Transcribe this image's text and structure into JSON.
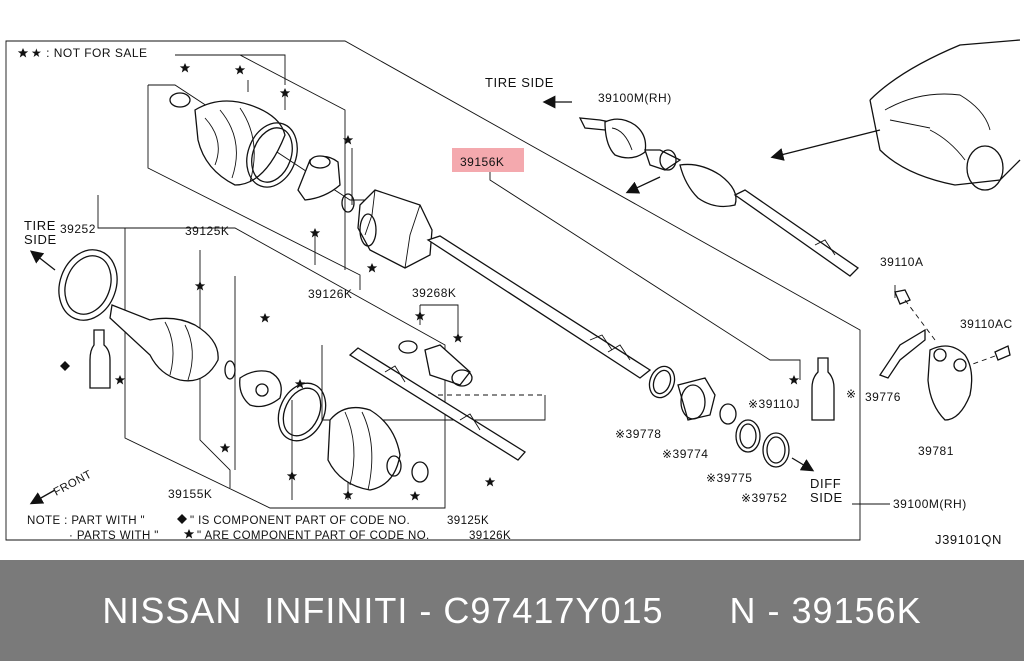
{
  "header_note": "★ : NOT FOR SALE",
  "labels": {
    "p39100m_top": "39100M(RH)",
    "p39156k": "39156K",
    "p39252": "39252",
    "p39125k": "39125K",
    "p39126k": "39126K",
    "p39268k": "39268K",
    "p39110a": "39110A",
    "p39110ac": "39110AC",
    "p39776": "39776",
    "p39781": "39781",
    "p39778": "※39778",
    "p39774": "※39774",
    "p39110j": "※39110J",
    "p39775": "※39775",
    "p39752": "※39752",
    "p39100m_bottom": "39100M(RH)",
    "p39155k": "39155K"
  },
  "directions": {
    "tire_side_top": "TIRE SIDE",
    "tire_side_left_1": "TIRE",
    "tire_side_left_2": "SIDE",
    "diff_side_1": "DIFF",
    "diff_side_2": "SIDE",
    "front": "FRONT"
  },
  "notes": {
    "line1_a": "NOTE : PART WITH \"",
    "line1_b": "\" IS COMPONENT PART OF CODE NO.",
    "line1_code": "39125K",
    "line2_a": "· PARTS WITH \"",
    "line2_b": "\" ARE COMPONENT PART OF CODE NO.",
    "line2_code": "39126K"
  },
  "diagram_code": "J39101QN",
  "footer": "NISSAN  INFINITI - C97417Y015      N - 39156K",
  "colors": {
    "highlight": "#f4a9ae",
    "footer_bg": "#7a7a7a",
    "footer_text": "#ffffff"
  },
  "icons": [
    "star-icon",
    "diamond-icon",
    "arrow-icon"
  ]
}
